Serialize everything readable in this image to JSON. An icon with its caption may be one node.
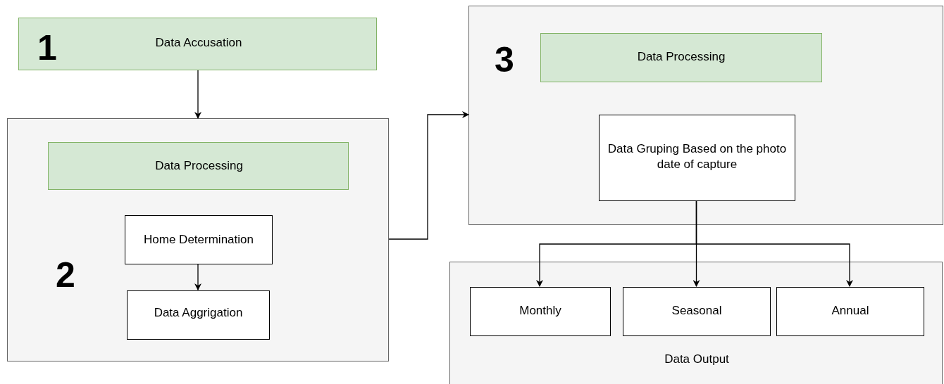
{
  "diagram": {
    "nodes": [
      {
        "text": [
          "1",
          "Data Accusation"
        ]
      },
      {
        "text": [
          "2"
        ]
      },
      {
        "text": [
          "Data Processing"
        ],
        "in": 1
      },
      {
        "text": [
          "Home Determination"
        ],
        "in": 1
      },
      {
        "text": [
          "Data Aggrigation"
        ],
        "in": 1
      },
      {
        "text": [
          "3"
        ]
      },
      {
        "text": [
          "Data Processing"
        ],
        "in": 5
      },
      {
        "text": [
          "Data Gruping Based on the photo date of capture"
        ],
        "in": 5
      },
      {
        "text": [
          "Data Output"
        ]
      },
      {
        "text": [
          "Monthly"
        ],
        "in": 8
      },
      {
        "text": [
          "Seasonal"
        ],
        "in": 8
      },
      {
        "text": [
          "Annual"
        ],
        "in": 8
      }
    ],
    "edges": [
      {
        "from": 0,
        "to": 1,
        "arrow": "to"
      },
      {
        "from": 3,
        "to": 4,
        "arrow": "to"
      },
      {
        "from": 1,
        "to": 5,
        "arrow": "to"
      },
      {
        "from": 7,
        "to": 9,
        "arrow": "to"
      },
      {
        "from": 7,
        "to": 10,
        "arrow": "to"
      },
      {
        "from": 7,
        "to": 11,
        "arrow": "to"
      }
    ]
  }
}
